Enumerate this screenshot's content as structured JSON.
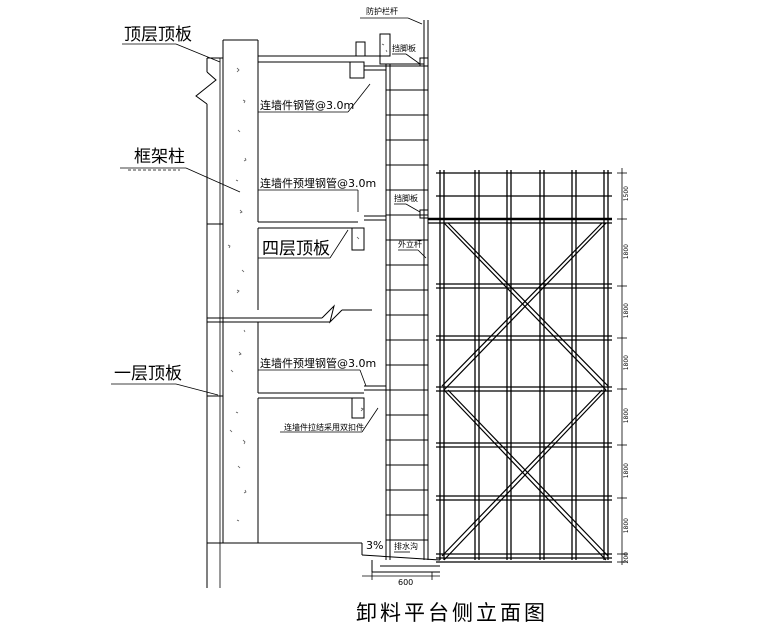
{
  "title": "卸料平台侧立面图",
  "labels": {
    "top_slab": "顶层顶板",
    "frame_column": "框架柱",
    "fourth_slab": "四层顶板",
    "first_slab": "一层顶板",
    "guardrail": "防护栏杆",
    "toe_board_top": "挡脚板",
    "toe_board_mid": "挡脚板",
    "outer_pole": "外立杆",
    "wall_tie_pipe": "连墙件钢管@3.0m",
    "wall_tie_pre_1": "连墙件预埋钢管@3.0m",
    "wall_tie_pre_2": "连墙件预埋钢管@3.0m",
    "wall_tie_double": "连墙件拉结采用双扣件",
    "slope": "3%",
    "drain": "排水沟"
  },
  "dimensions": {
    "bottom_width": "600",
    "v_top": "1500",
    "v1": "1800",
    "v2": "1800",
    "v3": "1800",
    "v4": "1800",
    "v5": "1800",
    "v6": "1800",
    "v_base": "200"
  }
}
